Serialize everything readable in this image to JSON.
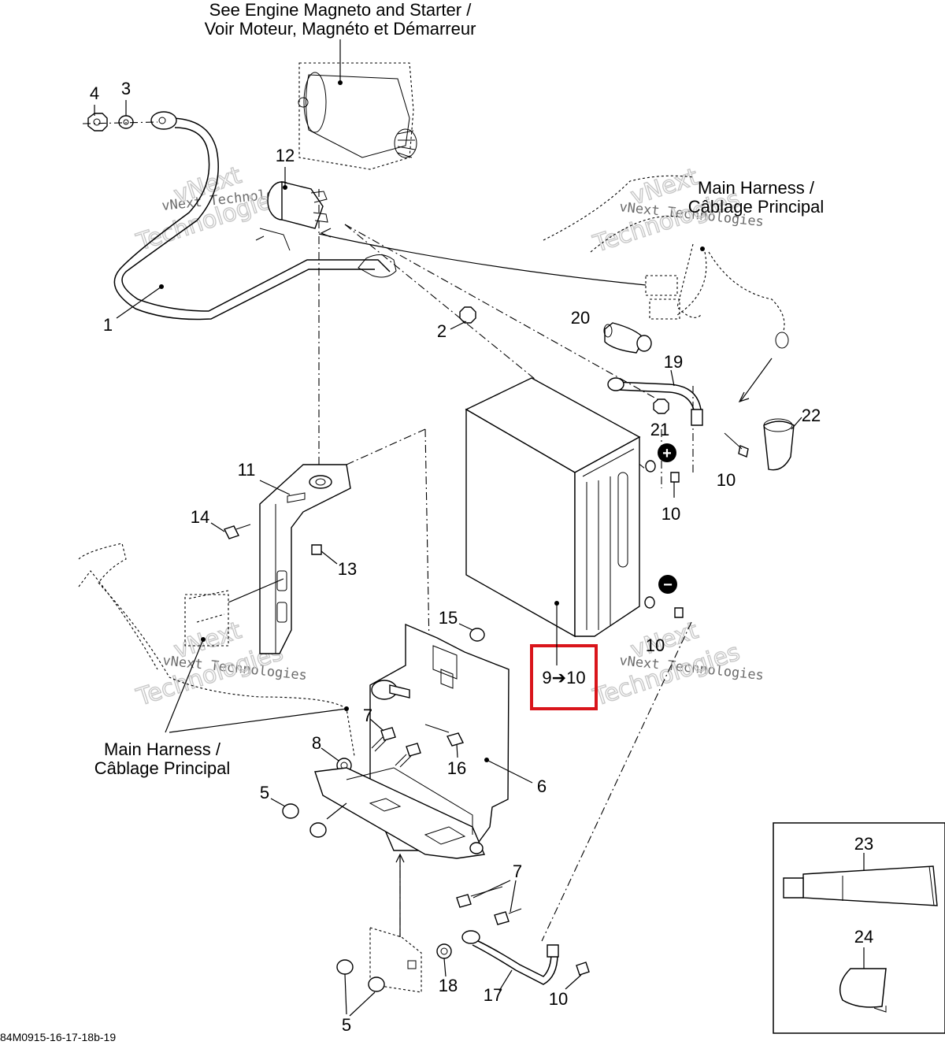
{
  "diagram": {
    "captions": {
      "engine_line1": "See Engine Magneto and Starter /",
      "engine_line2": "Voir Moteur, Magnéto et Démarreur",
      "harness_top_line1": "Main Harness /",
      "harness_top_line2": "Câblage Principal",
      "harness_left_line1": "Main Harness /",
      "harness_left_line2": "Câblage Principal"
    },
    "watermark": {
      "line1": "vNext Technologies",
      "big1": "vNext",
      "big2": "Technologies"
    },
    "callouts": [
      "1",
      "2",
      "3",
      "4",
      "5",
      "6",
      "7",
      "8",
      "10",
      "11",
      "12",
      "13",
      "14",
      "15",
      "16",
      "17",
      "18",
      "19",
      "20",
      "21",
      "22",
      "23",
      "24"
    ],
    "callout_extra": {
      "label_5b": "5",
      "label_7b": "7",
      "label_10b": "10",
      "label_10c": "10",
      "label_10d": "10"
    },
    "terminals": {
      "positive": "+",
      "negative": "−"
    },
    "highlight_label": "9➔10",
    "drawing_code": "84M0915-16-17-18b-19"
  }
}
